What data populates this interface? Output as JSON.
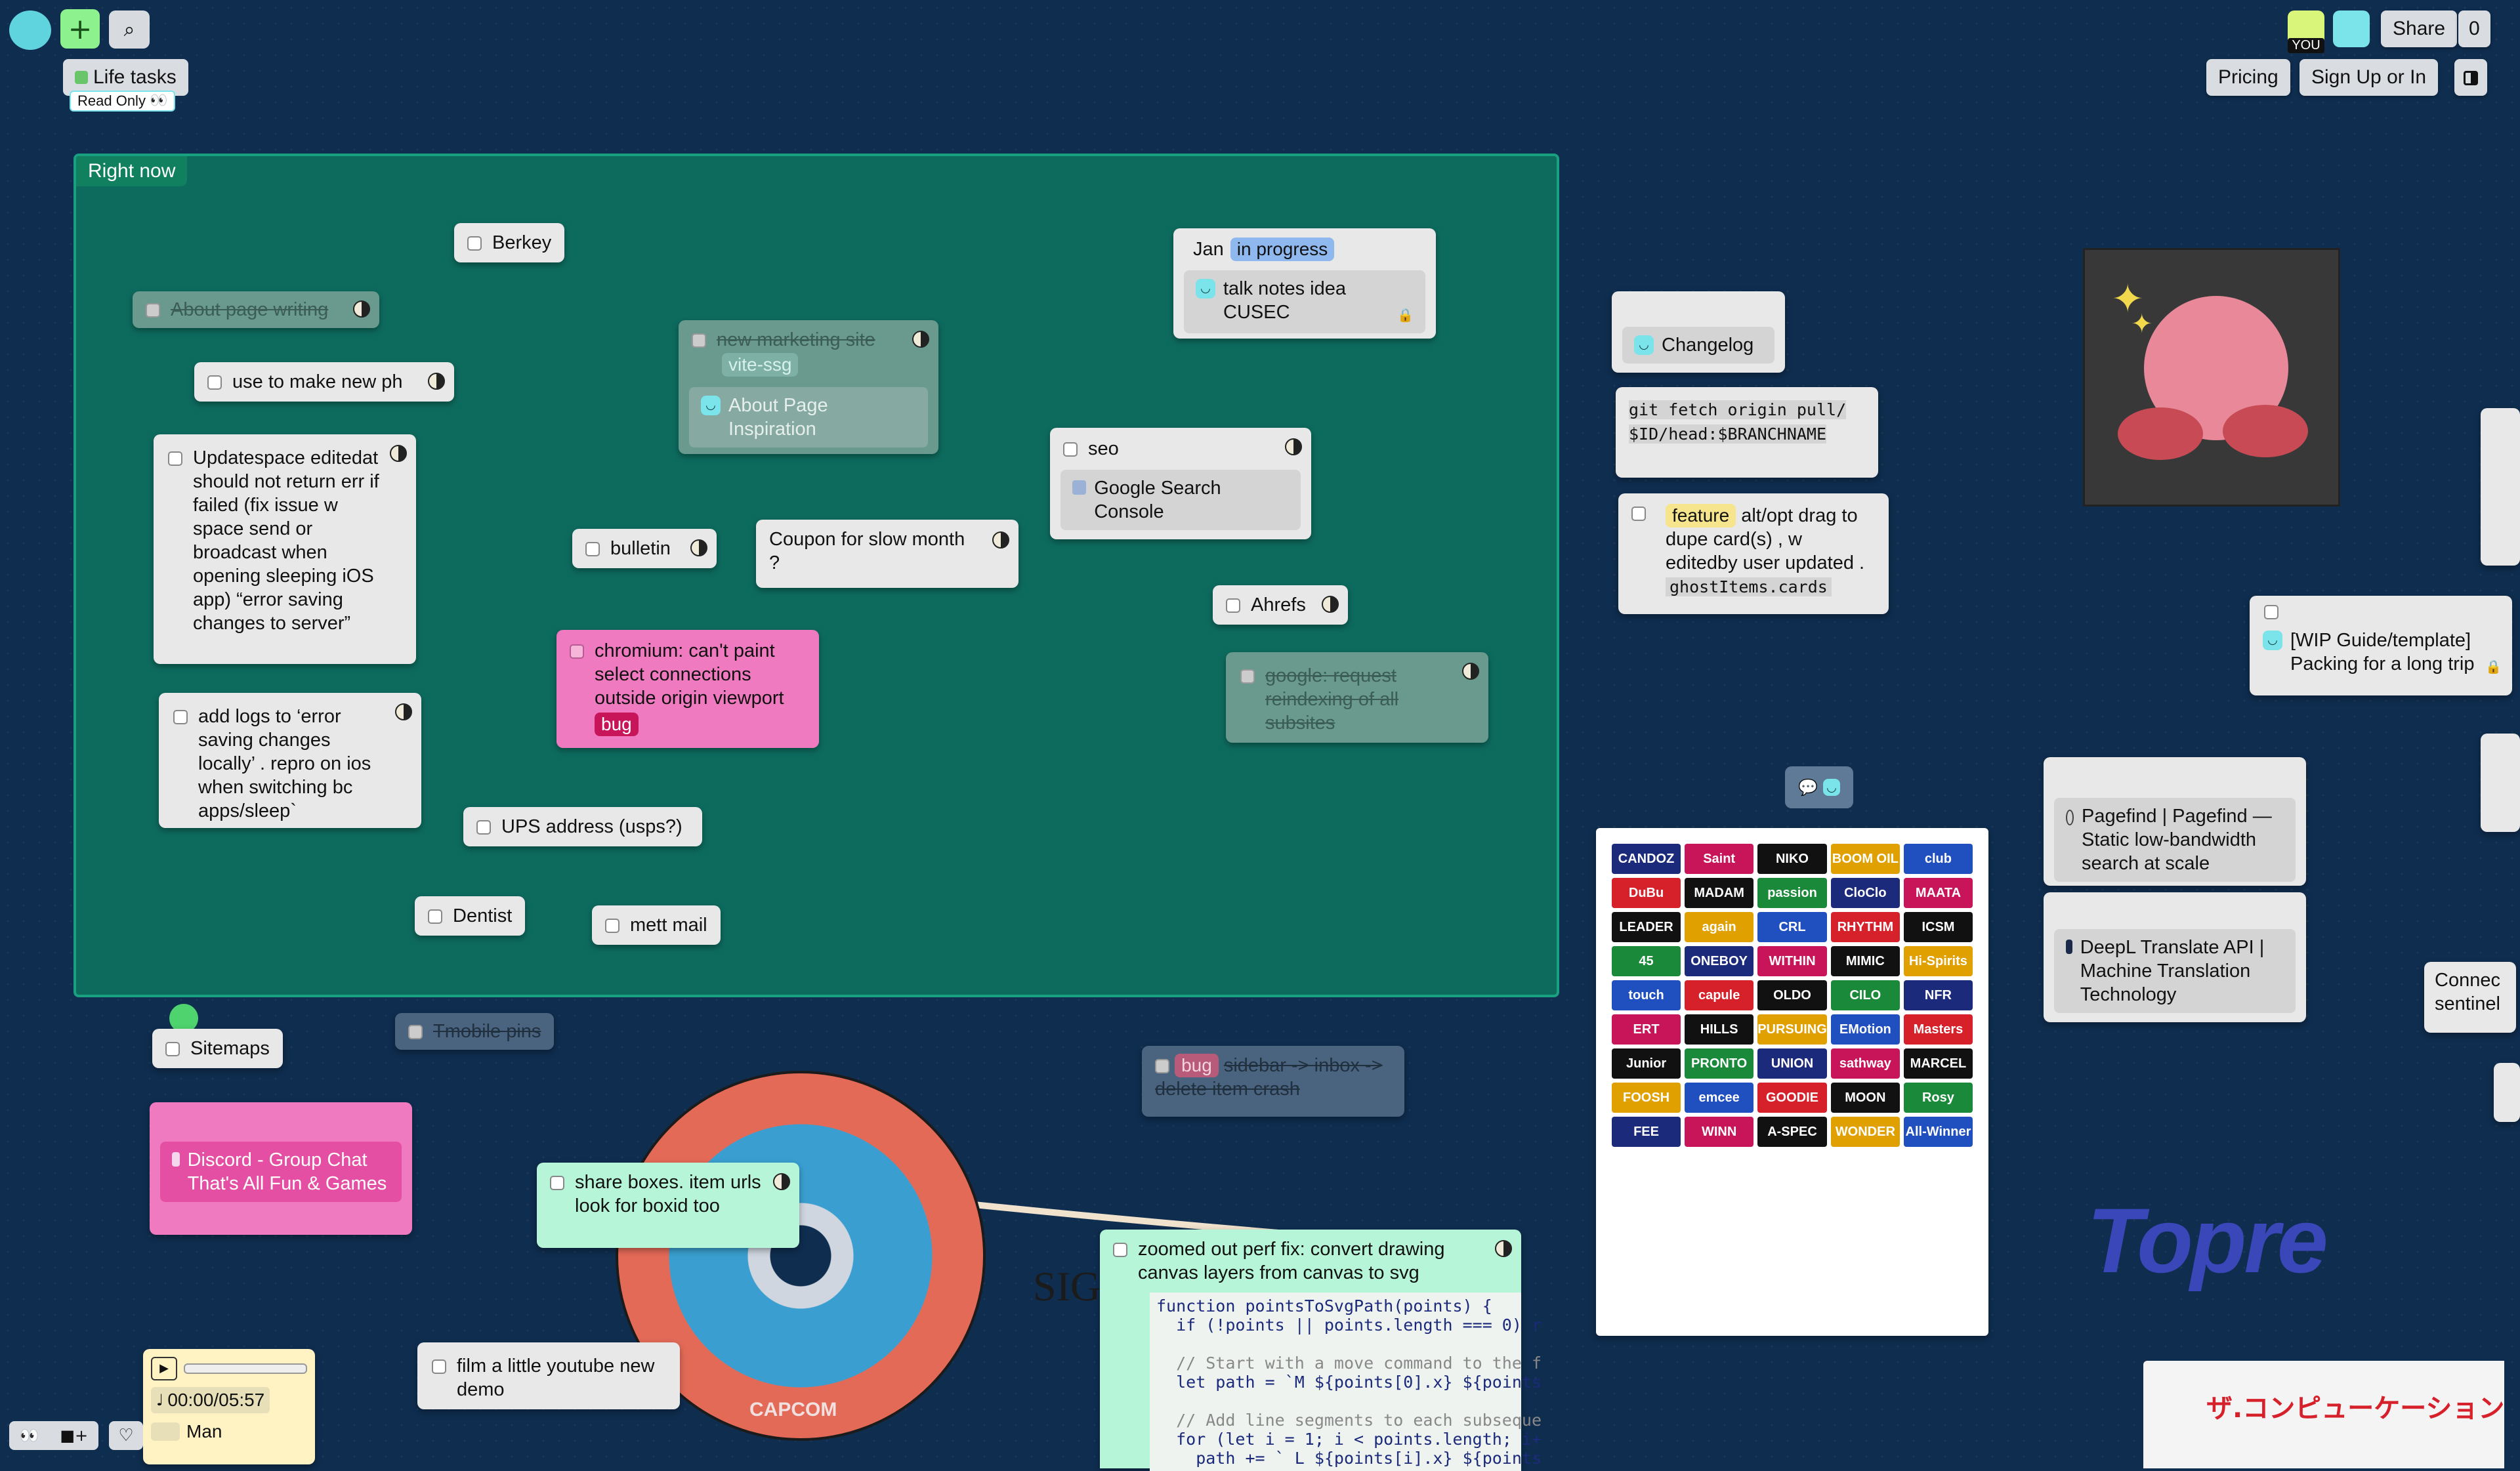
{
  "header": {
    "space_name": "Life tasks",
    "read_only": "Read Only",
    "read_only_icon": "eyes-icon",
    "share_label": "Share",
    "share_count": "0",
    "you_label": "YOU",
    "pricing_label": "Pricing",
    "signup_label": "Sign Up or In"
  },
  "box_right_now": {
    "title": "Right now",
    "color": "#0d6b5e"
  },
  "cards": {
    "berkey": "Berkey",
    "about_page_writing": "About page writing",
    "use_to_make": "use to make new ph",
    "updatespace": "Updatespace editedat should not return err if failed (fix issue w space send or broadcast when opening sleeping iOS app) “error saving changes to server”",
    "add_logs": "add logs to ‘error saving changes locally’ . repro on ios when switching bc apps/sleep`",
    "new_marketing_site": "new marketing site",
    "vite_ssg": "vite-ssg",
    "about_page_inspiration": "About Page Inspiration",
    "jan": "Jan",
    "in_progress": "in progress",
    "talk_notes": "talk notes idea CUSEC",
    "seo": "seo",
    "google_search_console": "Google Search Console",
    "bulletin": "bulletin",
    "coupon": "Coupon for slow month ?",
    "ahrefs": "Ahrefs",
    "google_request": "google: request reindexing of all subsites",
    "chromium": "chromium: can't paint select connections outside origin viewport",
    "bug": "bug",
    "ups": "UPS address (usps?)",
    "dentist": "Dentist",
    "mett_mail": "mett mail",
    "sitemaps": "Sitemaps",
    "tmobile": "Tmobile pins",
    "discord": "Discord - Group Chat That's All Fun & Games",
    "bug_sidebar_tag": "bug",
    "bug_sidebar_text": "sidebar -> inbox -> delete item crash",
    "share_boxes": "share boxes. item urls look for boxid too",
    "film": "film a little youtube new demo",
    "zoomed_out": "zoomed out perf fix: convert drawing canvas layers from canvas to svg",
    "code_lines": [
      "function pointsToSvgPath(points) {",
      "  if (!points || points.length === 0) r",
      "",
      "  // Start with a move command to the f",
      "  let path = `M ${points[0].x} ${points",
      "",
      "  // Add line segments to each subseque",
      "  for (let i = 1; i < points.length; i+",
      "    path += ` L ${points[i].x} ${points"
    ],
    "changelog": "Changelog",
    "git_fetch": "git fetch origin pull/$ID/head:$BRANCHNAME",
    "feature_tag": "feature",
    "alt_opt": "alt/opt drag to dupe card(s) , w editedby user updated .",
    "ghost_items": "ghostItems.cards",
    "wip_guide": "[WIP Guide/template] Packing for a long trip",
    "pagefind": "Pagefind | Pagefind — Static low-bandwidth search at scale",
    "deepl": "DeepL Translate API | Machine Translation Technology",
    "connect_partial": "Connec sentinel",
    "audio_time": "00:00/05:57",
    "audio_name": "Man",
    "topre": "Topre",
    "sig": "SIG",
    "japanese": "ザ.コンピューケーション"
  },
  "stickers": [
    "CANDOZ",
    "Saint",
    "NIKO",
    "BOOM OIL",
    "club",
    "DuBu",
    "MADAM",
    "passion",
    "CloClo",
    "MAATA",
    "LEADER",
    "again",
    "CRL",
    "RHYTHM",
    "ICSM",
    "45",
    "ONEBOY",
    "WITHIN",
    "MIMIC",
    "Hi-Spirits",
    "touch",
    "capule",
    "OLDO",
    "CILO",
    "NFR",
    "ERT",
    "HILLS",
    "PURSUING",
    "EMotion",
    "Masters",
    "Junior",
    "PRONTO",
    "UNION",
    "sathway",
    "MARCEL",
    "FOOSH",
    "emcee",
    "GOODIE",
    "MOON",
    "Rosy",
    "FEE",
    "WINN",
    "A-SPEC",
    "WONDER",
    "All-Winner"
  ],
  "colors": {
    "background": "#0f2d4f",
    "box_green": "#0d6b5e",
    "pink_card": "#f07abf",
    "mint_card": "#b6f5d8",
    "bug_tag": "#c8155a",
    "in_progress_tag": "#8fb8ef",
    "feature_tag": "#f6e58d",
    "face_accent": "#7be3ea"
  },
  "icons": [
    "add-icon",
    "search-icon",
    "moon-icon",
    "face-icon",
    "lock-icon",
    "play-icon",
    "music-icon",
    "heart-icon",
    "eyes-icon",
    "comment-icon"
  ]
}
